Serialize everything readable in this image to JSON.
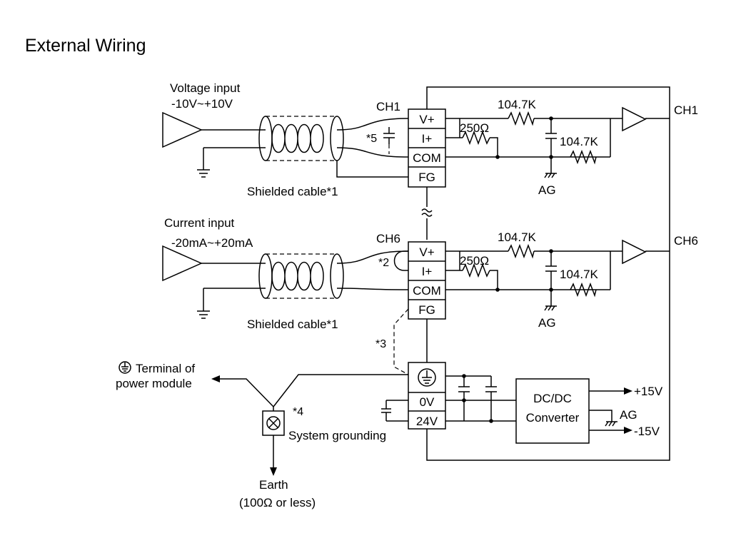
{
  "title": "External Wiring",
  "inputs": {
    "voltage": {
      "label": "Voltage input",
      "range": "-10V~+10V"
    },
    "current": {
      "label": "Current input",
      "range": "-20mA~+20mA"
    }
  },
  "channels": {
    "ch1": "CH1",
    "ch6": "CH6"
  },
  "terminals": {
    "vplus": "V+",
    "iplus": "I+",
    "com": "COM",
    "fg": "FG",
    "zero_v": "0V",
    "v24": "24V"
  },
  "components": {
    "resistor_250": "250Ω",
    "resistor_104k": "104.7K",
    "ag": "AG",
    "converter_line1": "DC/DC",
    "converter_line2": "Converter",
    "plus15": "+15V",
    "minus15": "-15V"
  },
  "labels": {
    "shielded_cable": "Shielded cable*1",
    "note2": "*2",
    "note3": "*3",
    "note4": "*4",
    "note5": "*5",
    "terminal_of": "Terminal of",
    "power_module": "power module",
    "system_grounding": "System grounding",
    "earth": "Earth",
    "earth_spec": "(100Ω or less)"
  }
}
